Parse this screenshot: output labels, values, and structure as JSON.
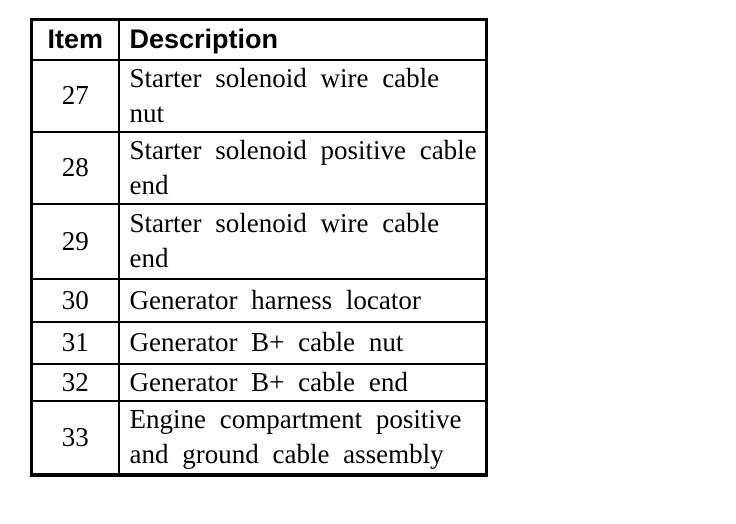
{
  "document": {
    "colors": {
      "background": "#ffffff",
      "border": "#000000",
      "text": "#000000"
    },
    "table": {
      "columns": [
        "Item",
        "Description"
      ],
      "rows": [
        {
          "item": "27",
          "description": "Starter solenoid wire cable\nnut"
        },
        {
          "item": "28",
          "description": "Starter solenoid positive cable\nend"
        },
        {
          "item": "29",
          "description": "Starter solenoid wire cable\nend"
        },
        {
          "item": "30",
          "description": "Generator harness locator"
        },
        {
          "item": "31",
          "description": "Generator B+ cable nut"
        },
        {
          "item": "32",
          "description": "Generator B+ cable end"
        },
        {
          "item": "33",
          "description": "Engine compartment positive\nand ground cable assembly"
        }
      ]
    }
  }
}
